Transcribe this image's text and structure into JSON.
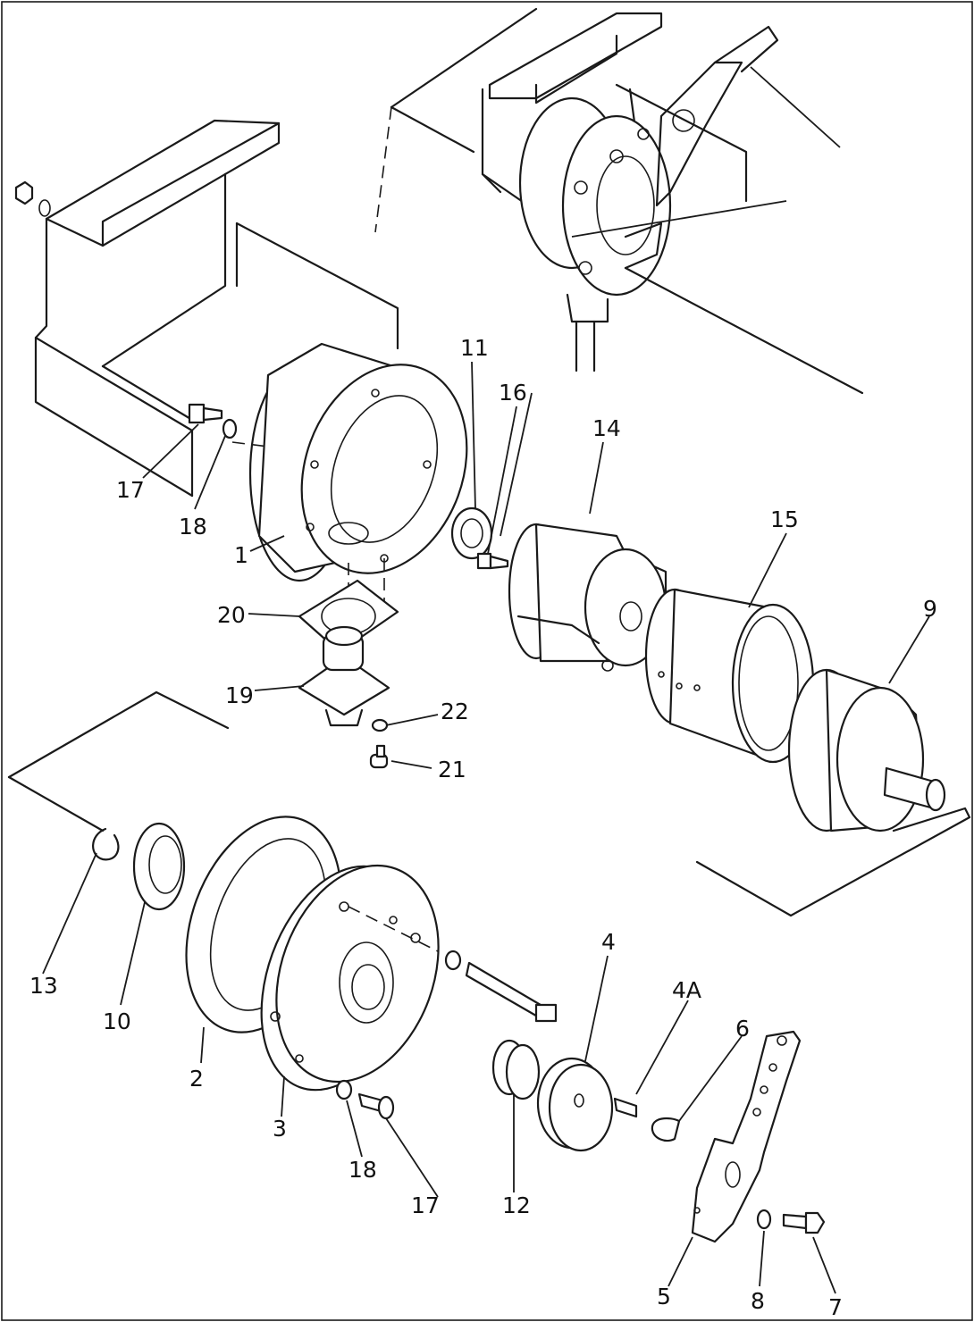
{
  "diagram": {
    "parts": [
      {
        "id": "p1",
        "label": "1"
      },
      {
        "id": "p2",
        "label": "2"
      },
      {
        "id": "p3",
        "label": "3"
      },
      {
        "id": "p4",
        "label": "4"
      },
      {
        "id": "p4a",
        "label": "4A"
      },
      {
        "id": "p5",
        "label": "5"
      },
      {
        "id": "p6",
        "label": "6"
      },
      {
        "id": "p7",
        "label": "7"
      },
      {
        "id": "p8",
        "label": "8"
      },
      {
        "id": "p9",
        "label": "9"
      },
      {
        "id": "p10",
        "label": "10"
      },
      {
        "id": "p11",
        "label": "11"
      },
      {
        "id": "p12",
        "label": "12"
      },
      {
        "id": "p13",
        "label": "13"
      },
      {
        "id": "p14",
        "label": "14"
      },
      {
        "id": "p15",
        "label": "15"
      },
      {
        "id": "p16",
        "label": "16"
      },
      {
        "id": "p17a",
        "label": "17"
      },
      {
        "id": "p17b",
        "label": "17"
      },
      {
        "id": "p18a",
        "label": "18"
      },
      {
        "id": "p18b",
        "label": "18"
      },
      {
        "id": "p19",
        "label": "19"
      },
      {
        "id": "p20",
        "label": "20"
      },
      {
        "id": "p21",
        "label": "21"
      },
      {
        "id": "p22",
        "label": "22"
      }
    ]
  }
}
